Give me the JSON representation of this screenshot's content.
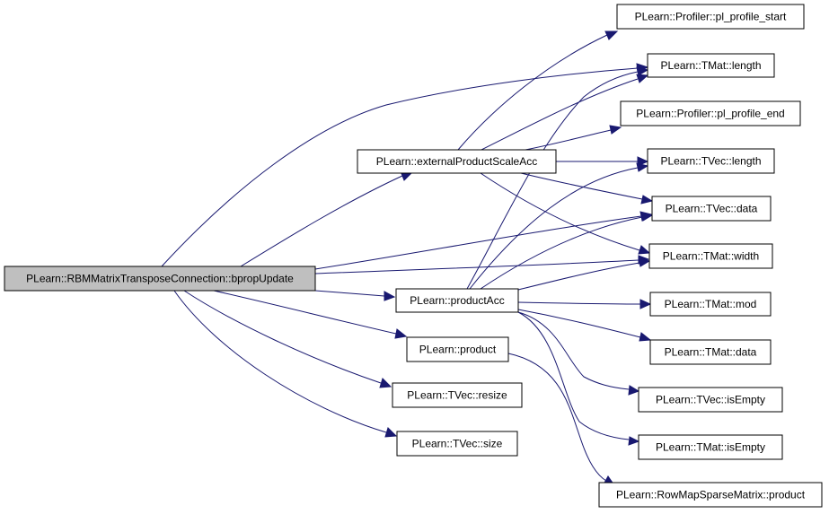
{
  "colors": {
    "edge": "#191970",
    "root_fill": "#bfbfbf",
    "node_fill": "#ffffff",
    "node_stroke": "#000000"
  },
  "nodes": {
    "root": "PLearn::RBMMatrixTransposeConnection::bpropUpdate",
    "externalProductScaleAcc": "PLearn::externalProductScaleAcc",
    "productAcc": "PLearn::productAcc",
    "product": "PLearn::product",
    "tvec_resize": "PLearn::TVec::resize",
    "tvec_size": "PLearn::TVec::size",
    "pl_profile_start": "PLearn::Profiler::pl_profile_start",
    "tmat_length": "PLearn::TMat::length",
    "pl_profile_end": "PLearn::Profiler::pl_profile_end",
    "tvec_length": "PLearn::TVec::length",
    "tvec_data": "PLearn::TVec::data",
    "tmat_width": "PLearn::TMat::width",
    "tmat_mod": "PLearn::TMat::mod",
    "tmat_data": "PLearn::TMat::data",
    "tvec_isEmpty": "PLearn::TVec::isEmpty",
    "tmat_isEmpty": "PLearn::TMat::isEmpty",
    "rowmap_product": "PLearn::RowMapSparseMatrix::product"
  }
}
